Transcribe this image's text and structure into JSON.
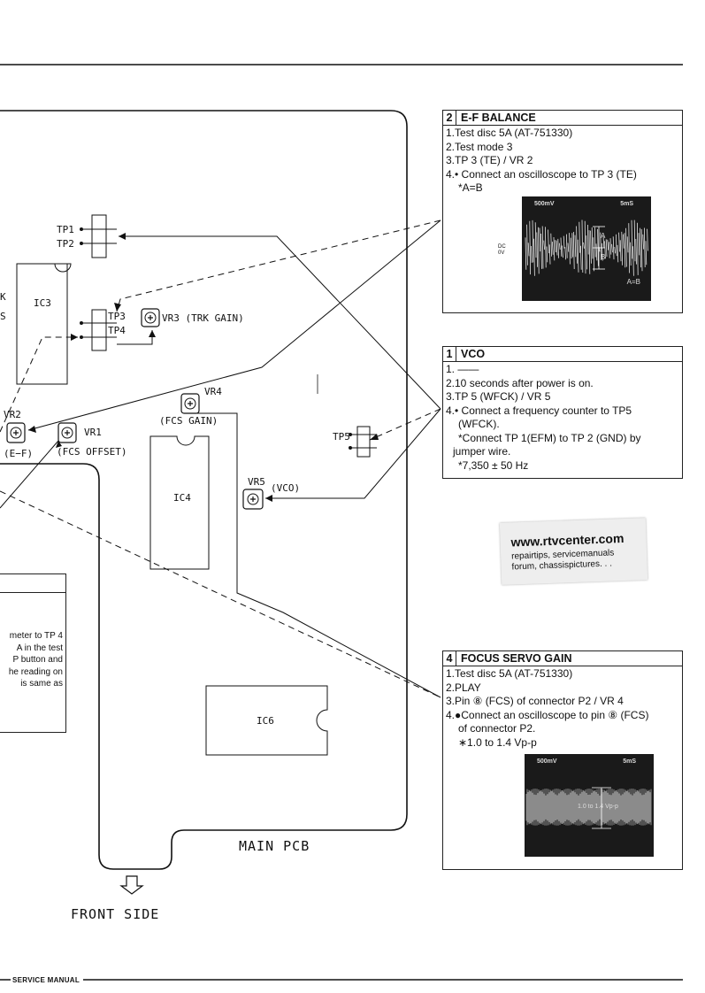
{
  "pcb": {
    "labels": {
      "tp1": "TP1",
      "tp2": "TP2",
      "tp3": "TP3",
      "tp4": "TP4",
      "tp5": "TP5",
      "ic3": "IC3",
      "ic4": "IC4",
      "ic6": "IC6",
      "vr1": "VR1",
      "vr1_name": "(FCS OFFSET)",
      "vr2": "VR2",
      "vr2_name": "(E−F)",
      "vr3": "VR3 (TRK GAIN)",
      "vr4": "VR4",
      "vr4_name": "(FCS GAIN)",
      "vr5": "VR5",
      "vr5_name": "(VCO)",
      "left_frag1": "K",
      "left_frag2": "S",
      "main_pcb": "MAIN PCB",
      "front_side": "FRONT SIDE"
    }
  },
  "left_note": {
    "lines": [
      "meter to TP 4",
      "A in the test",
      "P button and",
      "he reading on",
      "is same as"
    ]
  },
  "procedures": {
    "ef": {
      "num": "2",
      "title": "E-F BALANCE",
      "lines": [
        "1.Test disc 5A (AT-751330)",
        "2.Test mode 3",
        "3.TP 3 (TE) / VR 2",
        "4.• Connect an oscilloscope to TP 3 (TE)",
        "*A=B"
      ],
      "scope": {
        "volts": "500mV",
        "time": "5mS",
        "dc": "DC",
        "zero": "0V",
        "a": "A",
        "b": "B",
        "eq": "A=B"
      }
    },
    "vco": {
      "num": "1",
      "title": "VCO",
      "lines": [
        "1. ——",
        "2.10 seconds after power is on.",
        "3.TP 5 (WFCK) / VR 5",
        "4.• Connect a frequency counter to TP5",
        "(WFCK).",
        "*Connect TP 1(EFM) to TP 2 (GND) by",
        "jumper wire.",
        "*7,350 ± 50 Hz"
      ]
    },
    "fcs": {
      "num": "4",
      "title": "FOCUS SERVO GAIN",
      "lines": [
        "1.Test disc 5A (AT-751330)",
        "2.PLAY",
        "3.Pin ⑧ (FCS) of connector P2 / VR 4",
        "4.●Connect an oscilloscope to pin ⑧ (FCS)",
        "of connector P2.",
        "∗1.0 to 1.4 Vp-p"
      ],
      "scope": {
        "volts": "500mV",
        "time": "5mS",
        "level": "1.0 to 1.4 Vp-p"
      }
    }
  },
  "watermark": {
    "site": "www.rtvcenter.com",
    "line1": "repairtips, servicemanuals",
    "line2": "forum, chassispictures. . ."
  },
  "footer": {
    "label": "SERVICE MANUAL"
  }
}
